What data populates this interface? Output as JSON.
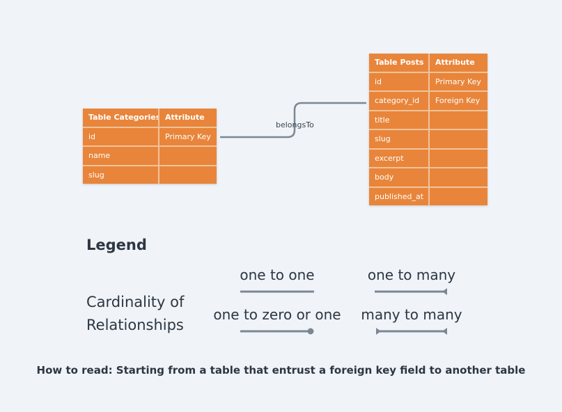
{
  "tables": {
    "categories": {
      "header": [
        "Table Categories",
        "Attribute"
      ],
      "rows": [
        [
          "id",
          "Primary Key"
        ],
        [
          "name",
          ""
        ],
        [
          "slug",
          ""
        ]
      ]
    },
    "posts": {
      "header": [
        "Table Posts",
        "Attribute"
      ],
      "rows": [
        [
          "id",
          "Primary Key"
        ],
        [
          "category_id",
          "Foreign Key"
        ],
        [
          "title",
          ""
        ],
        [
          "slug",
          ""
        ],
        [
          "excerpt",
          ""
        ],
        [
          "body",
          ""
        ],
        [
          "published_at",
          ""
        ]
      ]
    }
  },
  "relationship": {
    "label": "belongsTo"
  },
  "legend": {
    "title": "Legend",
    "cardinality_title_line1": "Cardinality of",
    "cardinality_title_line2": "Relationships",
    "items": [
      {
        "label": "one to one"
      },
      {
        "label": "one to many"
      },
      {
        "label": "one to zero or one"
      },
      {
        "label": "many to many"
      }
    ]
  },
  "footer": "How to read: Starting from a table that entrust a foreign key field to another table",
  "colors": {
    "table_fill": "#e8853a",
    "line": "#7b8794",
    "background": "#f0f3f7",
    "text": "#2c3742"
  }
}
